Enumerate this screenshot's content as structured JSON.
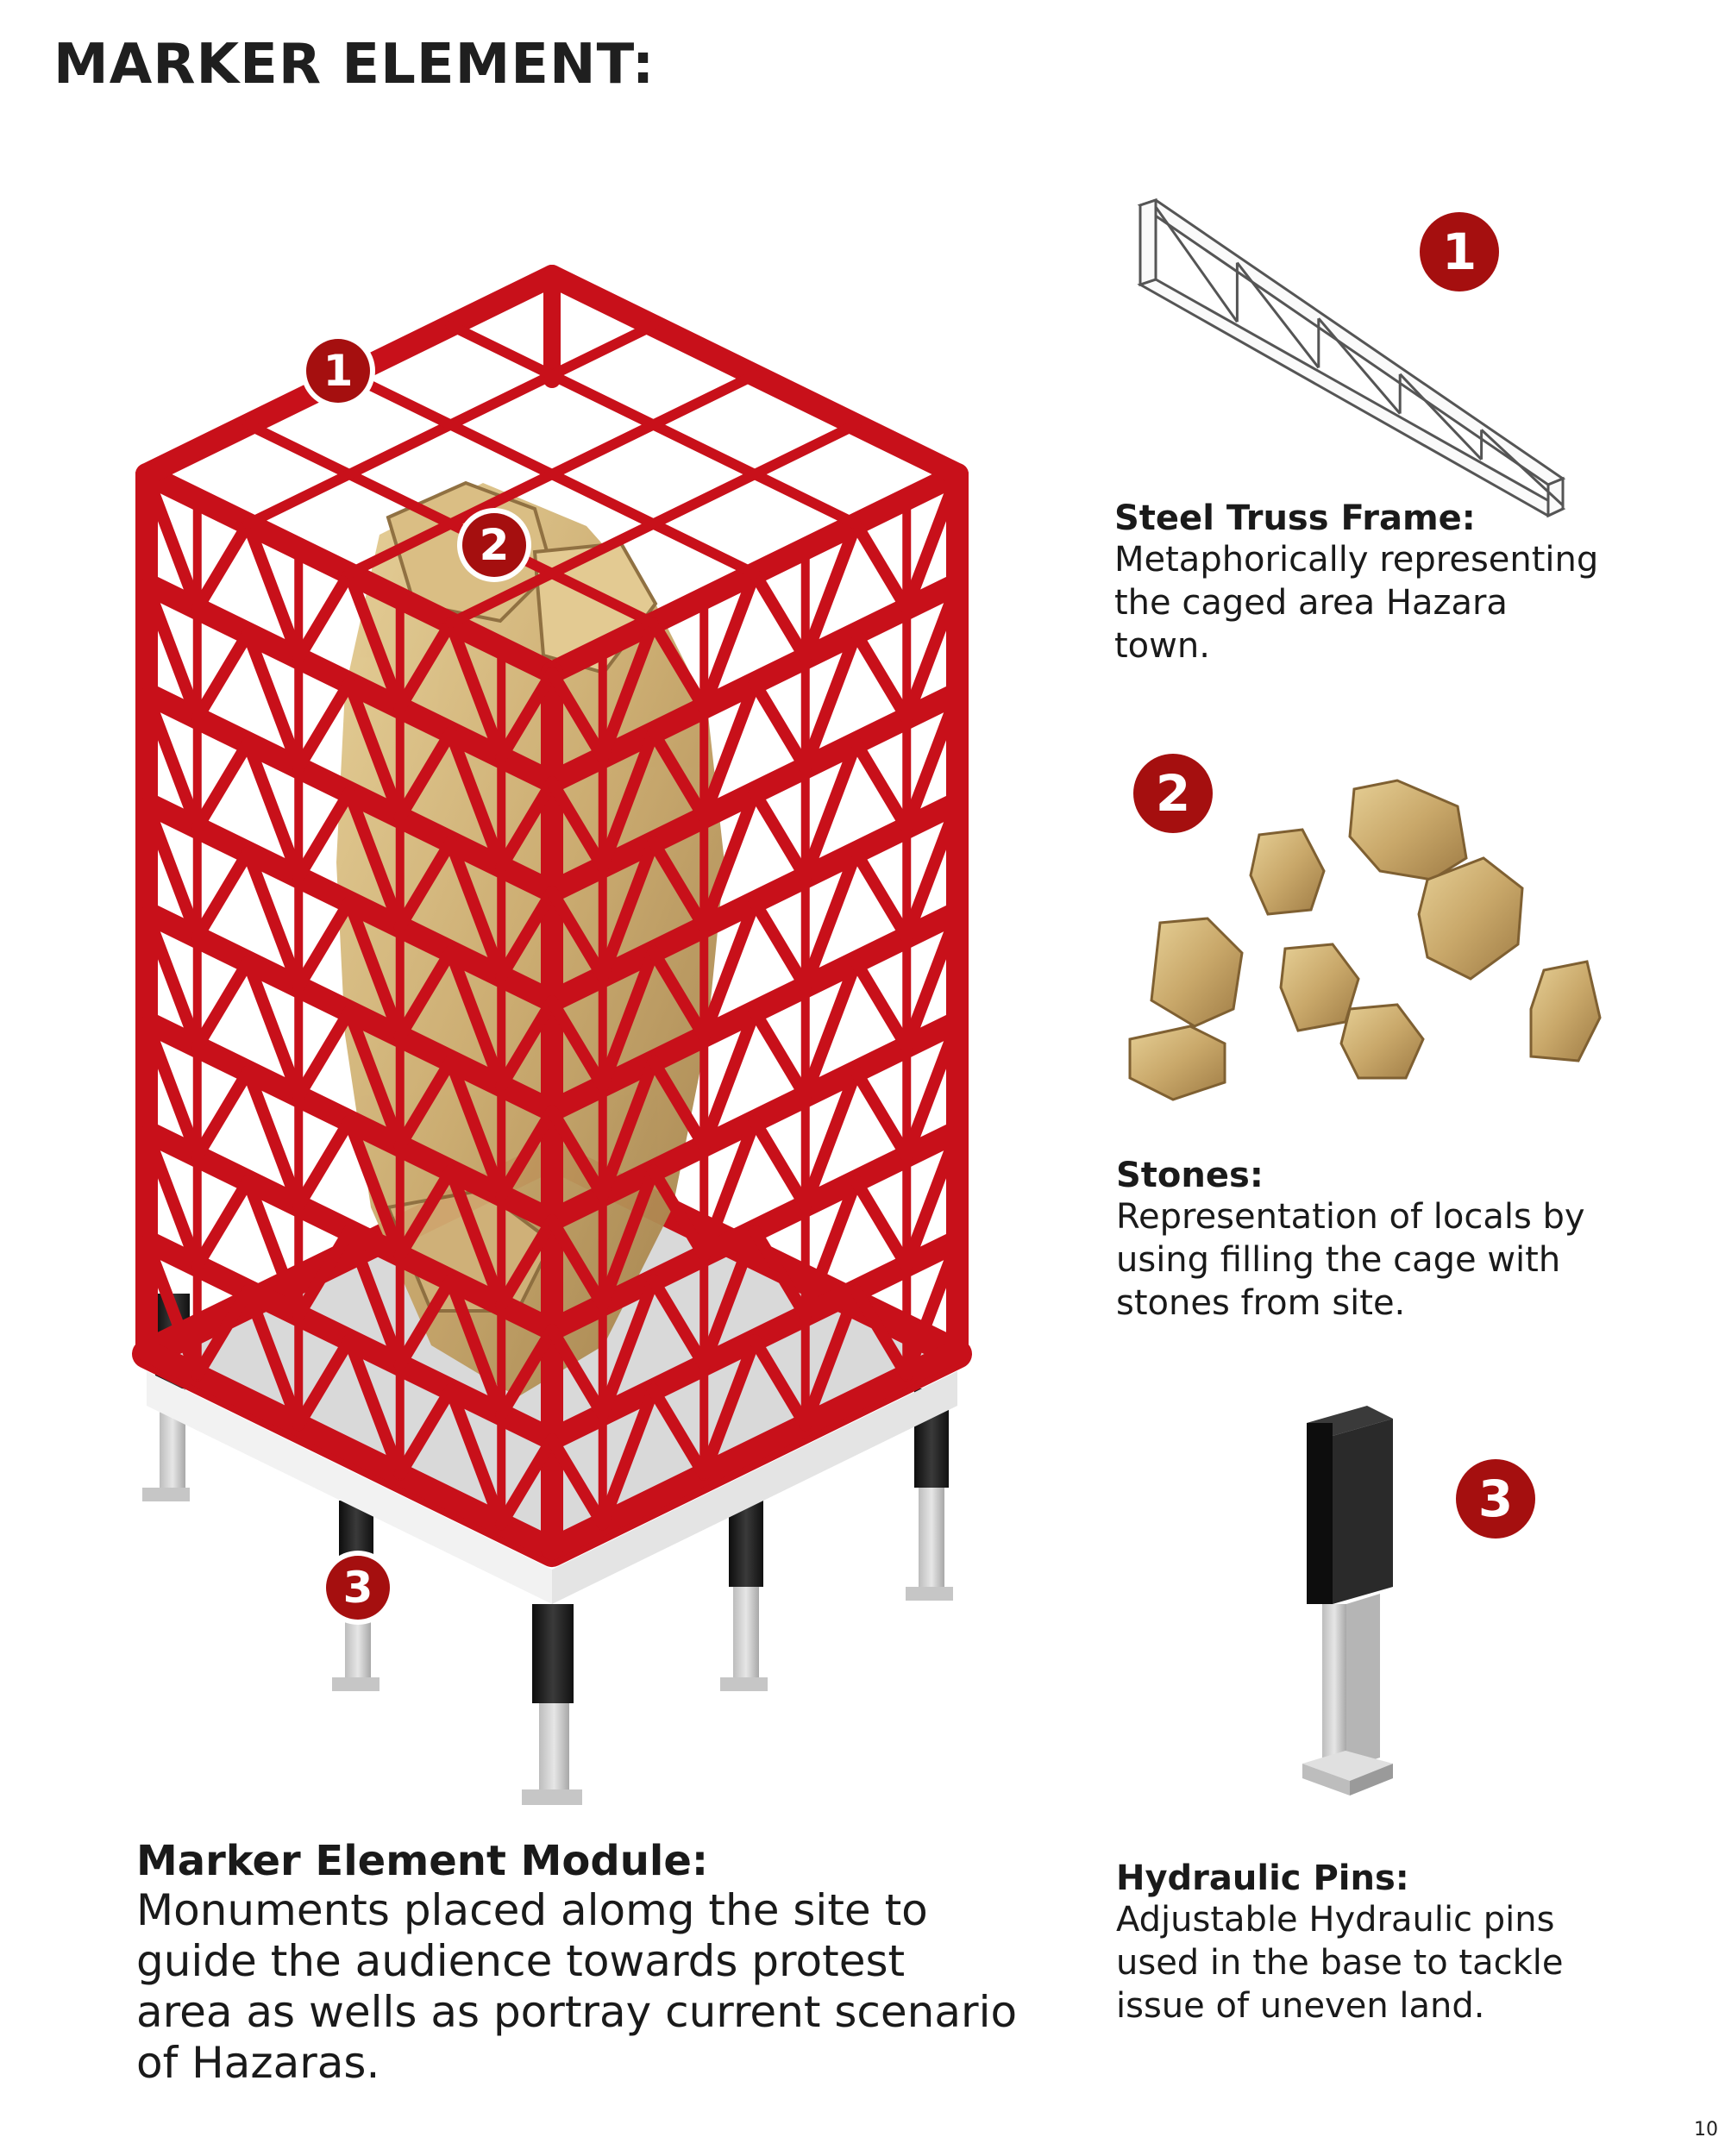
{
  "title": "MARKER ELEMENT:",
  "badges": {
    "one": "1",
    "two": "2",
    "three": "3"
  },
  "truss": {
    "heading": "Steel Truss Frame:",
    "lines": [
      "Metaphorically representing",
      "the caged area Hazara",
      "town."
    ]
  },
  "stones": {
    "heading": "Stones:",
    "lines": [
      "Representation of locals by",
      "using filling the cage with",
      "stones from site."
    ]
  },
  "pins": {
    "heading": "Hydraulic Pins:",
    "lines": [
      "Adjustable Hydraulic pins",
      "used in the base to tackle",
      "issue of uneven land."
    ]
  },
  "module": {
    "heading": "Marker Element Module:",
    "lines": [
      "Monuments placed alomg the site to",
      "guide the audience towards protest",
      "area as wells as portray current scenario",
      "of Hazaras."
    ]
  },
  "page_number": "10",
  "colors": {
    "frame_red": "#c8101a",
    "badge_red": "#a50f0f",
    "stone": "#c9a86a",
    "pin_black": "#1b1b1b",
    "pin_grey": "#c9c9c9"
  }
}
